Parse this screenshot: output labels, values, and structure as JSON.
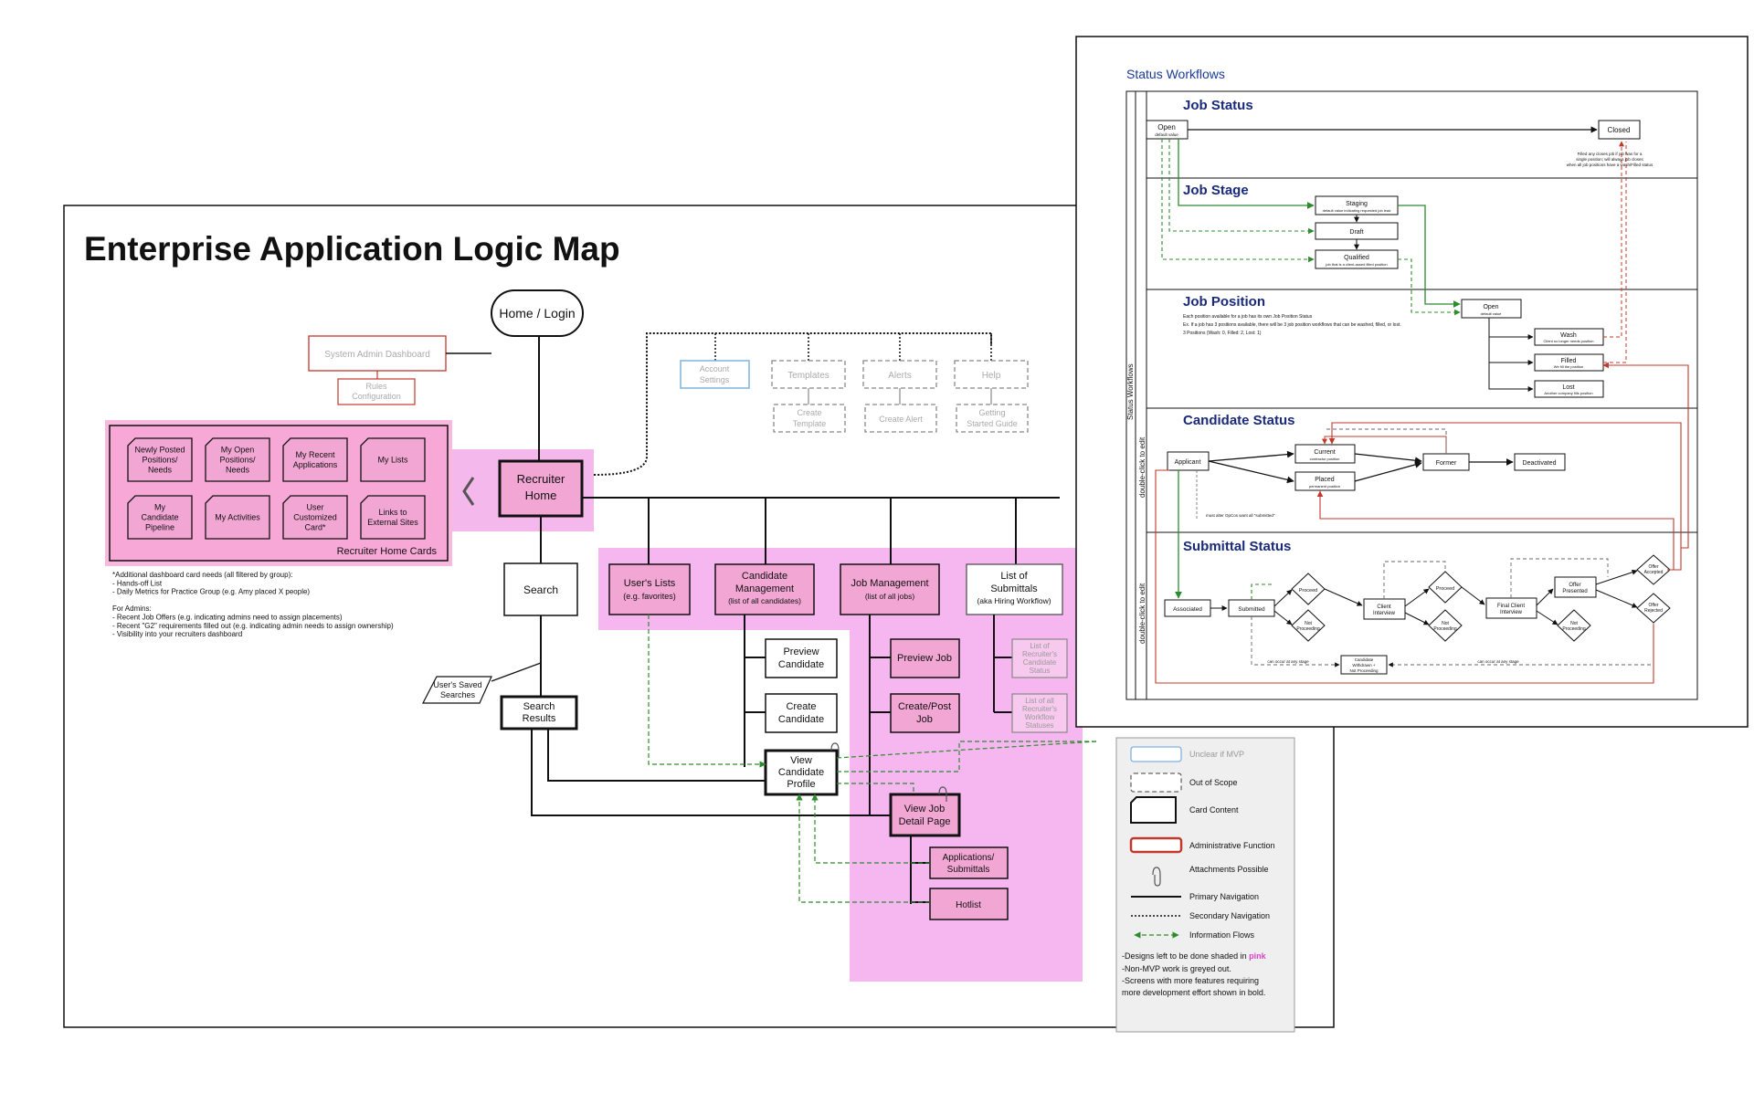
{
  "main": {
    "title": "Enterprise Application Logic Map",
    "home": "Home / Login",
    "admin_dashboard": "System Admin Dashboard",
    "rules": [
      "Rules",
      "Configuration"
    ],
    "secondary_nav": {
      "account": [
        "Account",
        "Settings"
      ],
      "templates": "Templates",
      "create_template": [
        "Create",
        "Template"
      ],
      "alerts": "Alerts",
      "create_alert": "Create Alert",
      "help": "Help",
      "getting_started": [
        "Getting",
        "Started Guide"
      ]
    },
    "recruiter_home": [
      "Recruiter",
      "Home"
    ],
    "cards": [
      [
        "Newly Posted",
        "Positions/",
        "Needs"
      ],
      [
        "My Open",
        "Positions/",
        "Needs"
      ],
      [
        "My Recent",
        "Applications"
      ],
      [
        "My Lists"
      ],
      [
        "My",
        "Candidate",
        "Pipeline"
      ],
      [
        "My Activities"
      ],
      [
        "User",
        "Customized",
        "Card*"
      ],
      [
        "Links to",
        "External Sites"
      ]
    ],
    "cards_label": "Recruiter Home Cards",
    "notes": [
      "*Additional dashboard card needs (all filtered by group):",
      "- Hands-off List",
      "- Daily Metrics for Practice Group (e.g. Amy placed X people)",
      "",
      "For Admins:",
      "- Recent Job Offers (e.g. indicating admins need to assign placements)",
      "- Recent \"G2\" requirements filled out (e.g. indicating admin needs to assign ownership)",
      "- Visibility into your recruiters dashboard"
    ],
    "search": "Search",
    "saved_searches": [
      "User's Saved",
      "Searches"
    ],
    "search_results": [
      "Search",
      "Results"
    ],
    "users_lists": [
      "User's Lists",
      "(e.g. favorites)"
    ],
    "candidate_mgmt": [
      "Candidate",
      "Management",
      "(list of all candidates)"
    ],
    "job_mgmt": [
      "Job Management",
      "(list of all jobs)"
    ],
    "submittals": [
      "List of",
      "Submittals",
      "(aka Hiring Workflow)"
    ],
    "preview_candidate": [
      "Preview",
      "Candidate"
    ],
    "create_candidate": [
      "Create",
      "Candidate"
    ],
    "view_candidate": [
      "View",
      "Candidate",
      "Profile"
    ],
    "preview_job": "Preview Job",
    "create_job": [
      "Create/Post",
      "Job"
    ],
    "view_job": [
      "View Job",
      "Detail Page"
    ],
    "applications": [
      "Applications/",
      "Submittals"
    ],
    "hotlist": "Hotlist",
    "list_recruiter_cand": [
      "List of",
      "Recruiter's",
      "Candidate",
      "Status"
    ],
    "list_recruiter_wf": [
      "List of all",
      "Recruiter's",
      "Workflow",
      "Statuses"
    ]
  },
  "legend": {
    "items": [
      "Unclear if MVP",
      "Out of Scope",
      "Card Content",
      "Administrative Function",
      "Attachments Possible",
      "Primary Navigation",
      "Secondary Navigation",
      "Information Flows"
    ],
    "notes_prefix": "-Designs left to be done shaded in ",
    "notes_pink": "pink",
    "notes": [
      "-Non-MVP work is greyed out.",
      "-Screens with more features requiring",
      "more development effort shown in bold."
    ]
  },
  "status": {
    "title": "Status Workflows",
    "side_label": "Status Workflows",
    "edit_label": "double-click to edit",
    "job_status": {
      "title": "Job Status",
      "open": "Open",
      "open_sub": "default value",
      "closed": "Closed",
      "note": [
        "Filled any closes job if job was for a",
        "single position; will always job closes",
        "when all job positions have a wash/Filled status"
      ]
    },
    "job_stage": {
      "title": "Job Stage",
      "staging": "Staging",
      "staging_sub": "default value indicating requested job lead",
      "draft": "Draft",
      "qualified": "Qualified",
      "qualified_sub": "job that is a client-assed filled position"
    },
    "job_position": {
      "title": "Job Position",
      "desc": [
        "Each position available for a job has its own Job Position Status",
        "Ex. If a job has 3 positions available, there will be 3 job position workflows that can be washed, filled, or lost.",
        "3 Positions (Wash: 0, Filled: 2, Lost: 1)"
      ],
      "open": "Open",
      "open_sub": "default value",
      "wash": "Wash",
      "wash_sub": "Client no longer needs position",
      "filled": "Filled",
      "filled_sub": "We fill the position",
      "lost": "Lost",
      "lost_sub": "Another company fills position"
    },
    "candidate": {
      "title": "Candidate Status",
      "applicant": "Applicant",
      "current": "Current",
      "current_sub": "contractor position",
      "placed": "Placed",
      "placed_sub": "permanent position",
      "former": "Former",
      "deactivated": "Deactivated",
      "note": "must alter OpCos want all \"submitted\""
    },
    "submittal": {
      "title": "Submittal Status",
      "associated": "Associated",
      "submitted": "Submitted",
      "proceed": "Proceed",
      "not_proceeding": [
        "Not",
        "Proceeding"
      ],
      "client_interview": [
        "Client",
        "Interview"
      ],
      "final_interview": [
        "Final Client",
        "Interview"
      ],
      "offer_presented": [
        "Offer",
        "Presented"
      ],
      "offer_accepted": [
        "Offer",
        "Accepted"
      ],
      "offer_rejected": [
        "Offer",
        "Rejected"
      ],
      "withdrawn": [
        "Candidate",
        "Withdrawn +",
        "Not Proceeding"
      ],
      "any_stage": "can occur at any stage"
    }
  },
  "colors": {
    "pink": "#f4b3e8",
    "pink_dark": "#f19ad8",
    "admin_red": "#c0392b",
    "navy": "#1a2a7a",
    "green": "#2e8b2e",
    "grey": "#9a9a9a",
    "blue_unclear": "#7fb3e0"
  }
}
